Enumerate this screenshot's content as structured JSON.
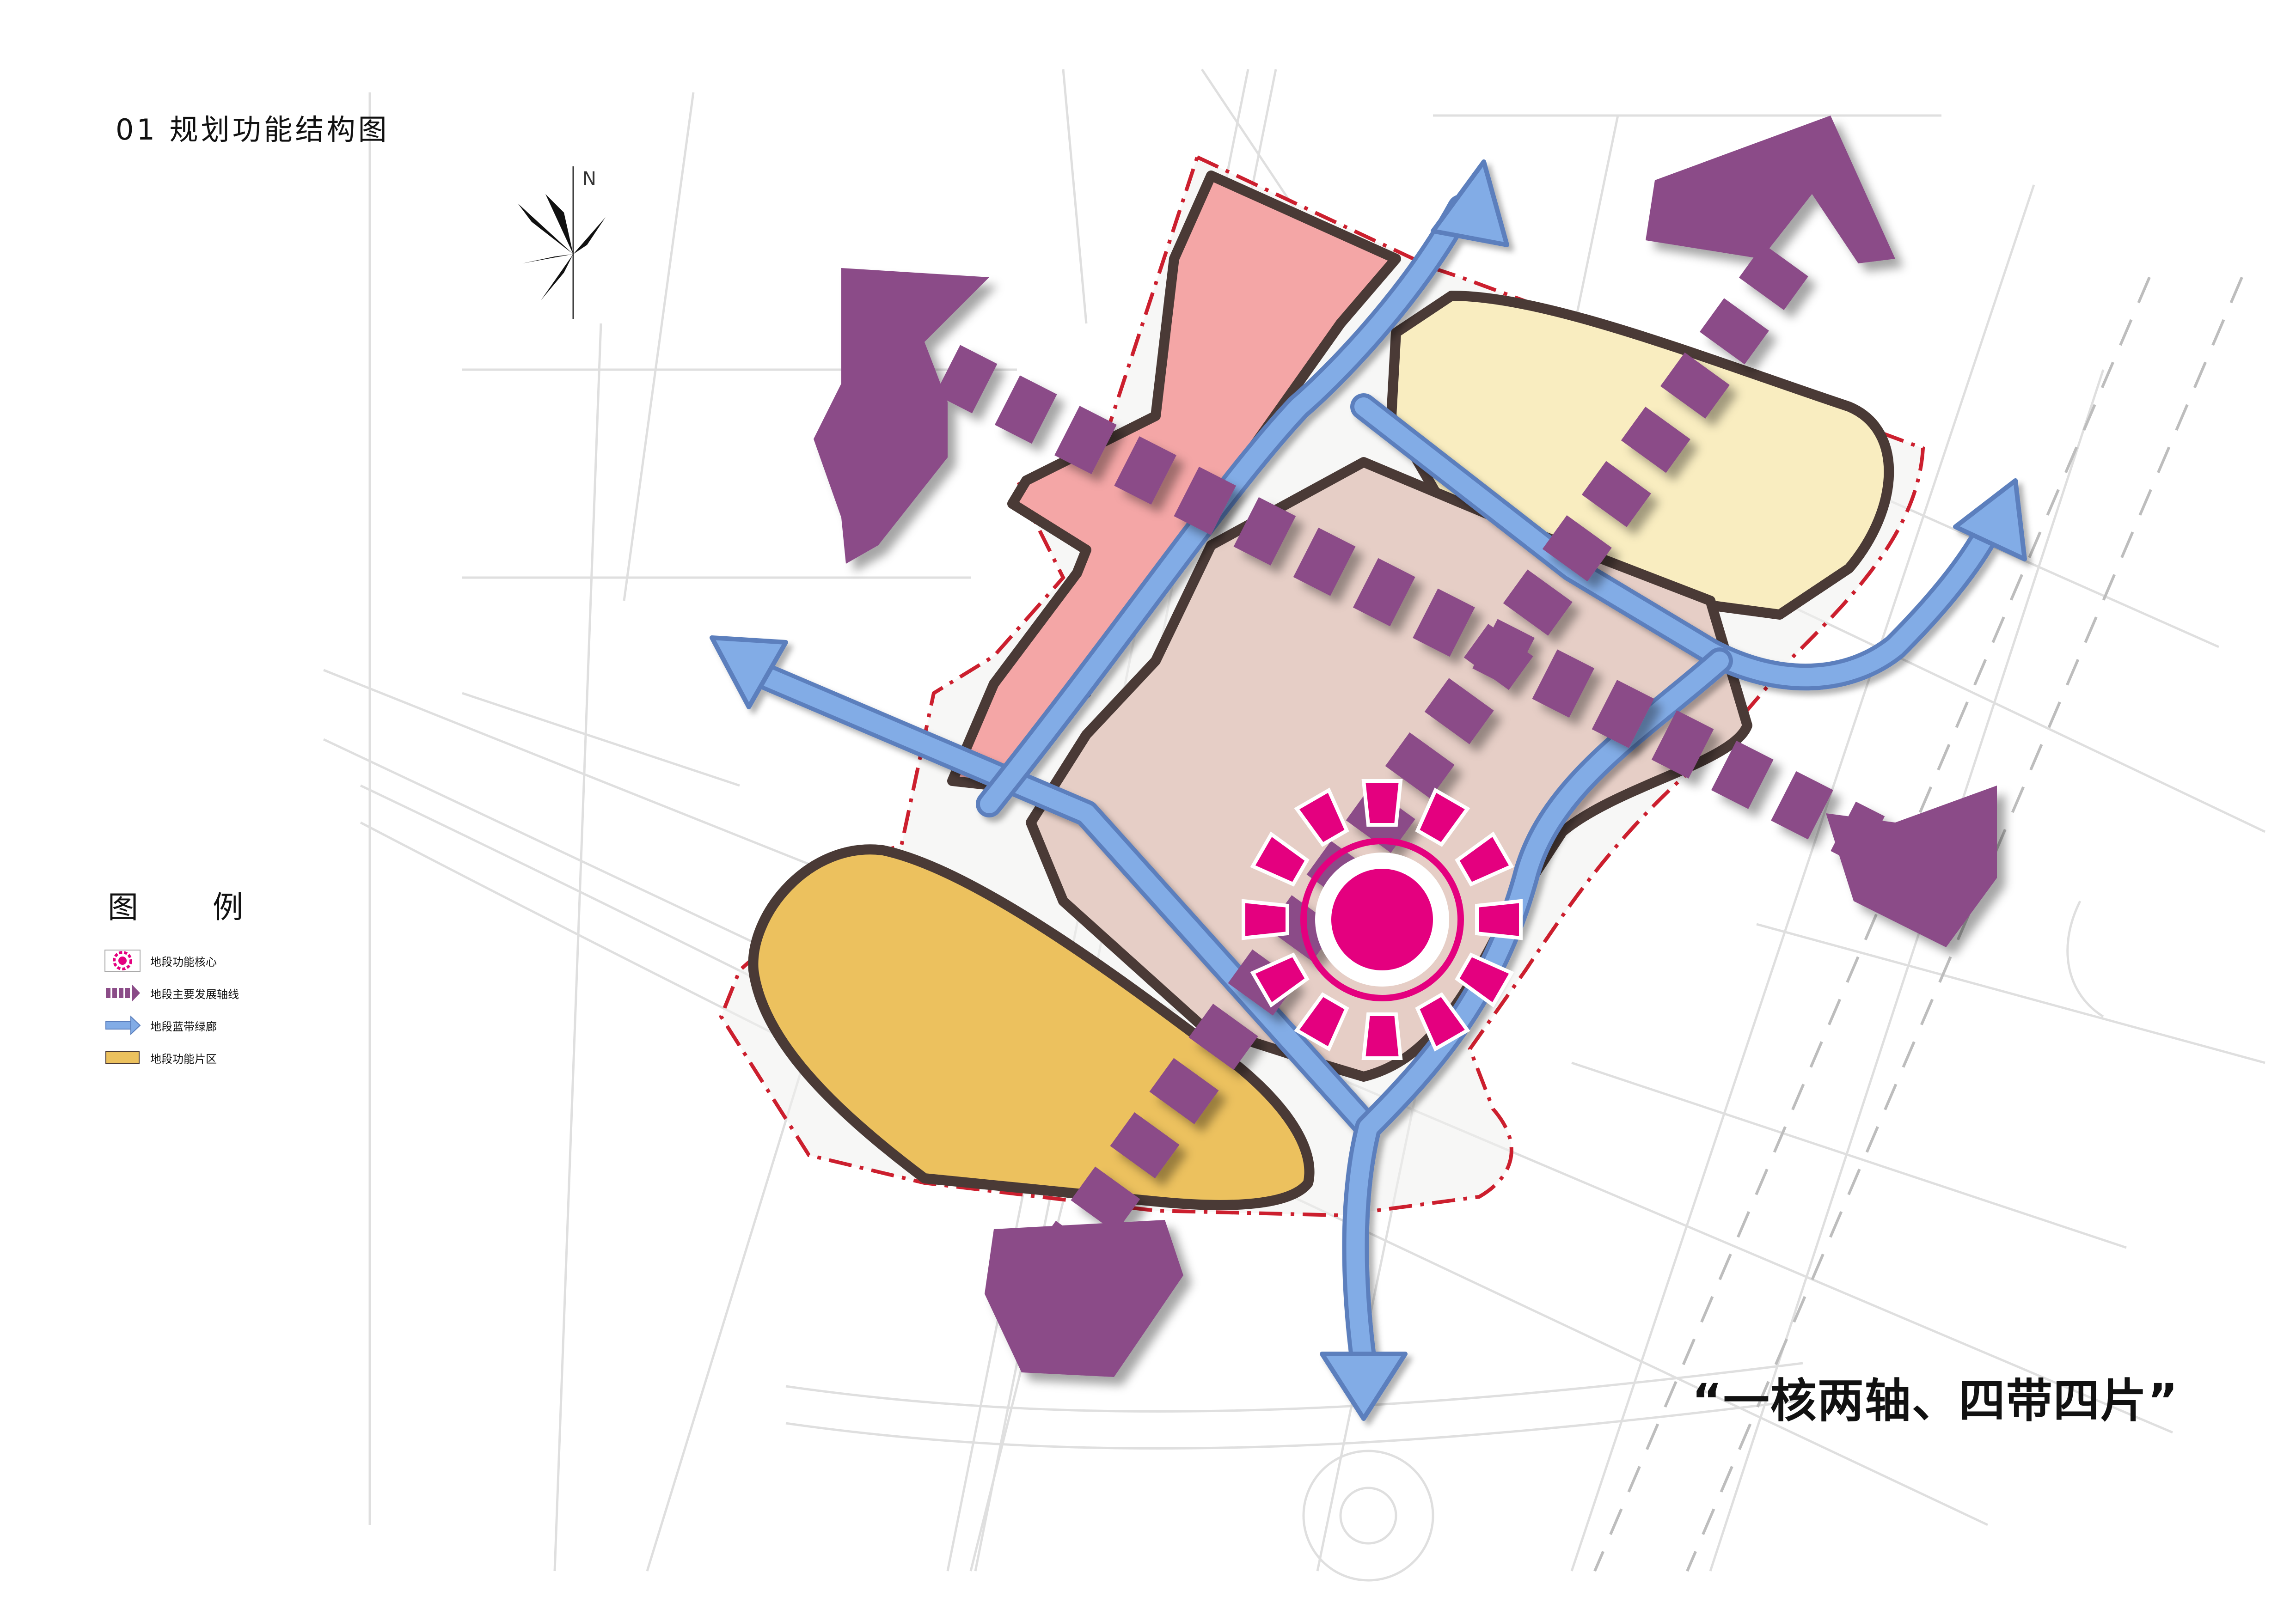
{
  "title": "01  规划功能结构图",
  "north_label": "N",
  "legend": {
    "heading": "图 例",
    "items": [
      {
        "label": "地段功能核心",
        "symbol": "core-icon",
        "color": "#e4007f"
      },
      {
        "label": "地段主要发展轴线",
        "symbol": "axis-icon",
        "color": "#8b4c88"
      },
      {
        "label": "地段蓝带绿廊",
        "symbol": "green-corridor-icon",
        "color": "#6f9ed9"
      },
      {
        "label": "地段功能片区",
        "symbol": "zone-icon",
        "color": "#ecc15e"
      }
    ]
  },
  "slogan": "“一核两轴、四带四片”",
  "colors": {
    "axis": "#8b4c88",
    "core": "#e4007f",
    "corridor": "#6f9ed9",
    "zone_pink": "#f4a6a6",
    "zone_yellow_light": "#f9edc0",
    "zone_beige": "#e6cec6",
    "zone_orange": "#ecc15e",
    "boundary": "#cc1f2e",
    "outline": "#4a3a36"
  }
}
